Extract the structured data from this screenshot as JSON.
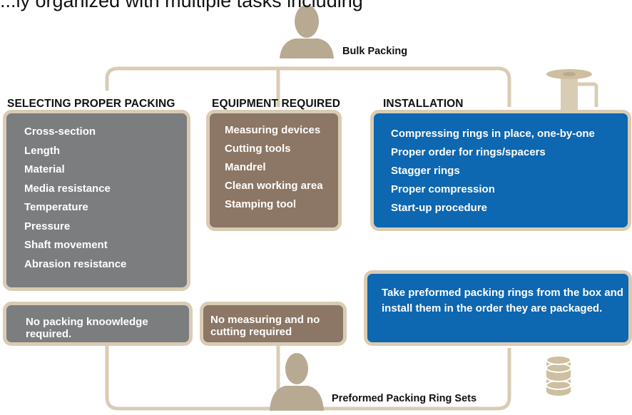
{
  "top_text": "...ly organized with multiple tasks including",
  "bulk": {
    "label": "Bulk Packing"
  },
  "preformed": {
    "label": "Preformed Packing Ring Sets"
  },
  "columns": {
    "selecting": {
      "heading": "SELECTING PROPER PACKING",
      "items": [
        "Cross-section",
        "Length",
        "Material",
        "Media resistance",
        "Temperature",
        "Pressure",
        "Shaft movement",
        "Abrasion resistance"
      ],
      "note": "No packing knoowledge required."
    },
    "equipment": {
      "heading": "EQUIPMENT REQUIRED",
      "items": [
        "Measuring devices",
        "Cutting tools",
        "Mandrel",
        "Clean working area",
        "Stamping tool"
      ],
      "note": "No measuring and  no cutting required"
    },
    "installation": {
      "heading": "INSTALLATION",
      "items": [
        "Compressing rings in place, one-by-one",
        "Proper order for rings/spacers",
        "Stagger rings",
        "Proper compression",
        "Start-up procedure"
      ],
      "note": "Take preformed packing rings from the box and install them in the order they are packaged."
    }
  },
  "colors": {
    "gray": "#7b7d7f",
    "brown": "#8c7665",
    "blue": "#0d67b1",
    "border": "#d9ccb4",
    "connector": "#d9ccb4"
  },
  "icons": {
    "person": "person-silhouette-icon",
    "spool": "packing-spool-icon",
    "ring_stack": "ring-stack-icon"
  }
}
